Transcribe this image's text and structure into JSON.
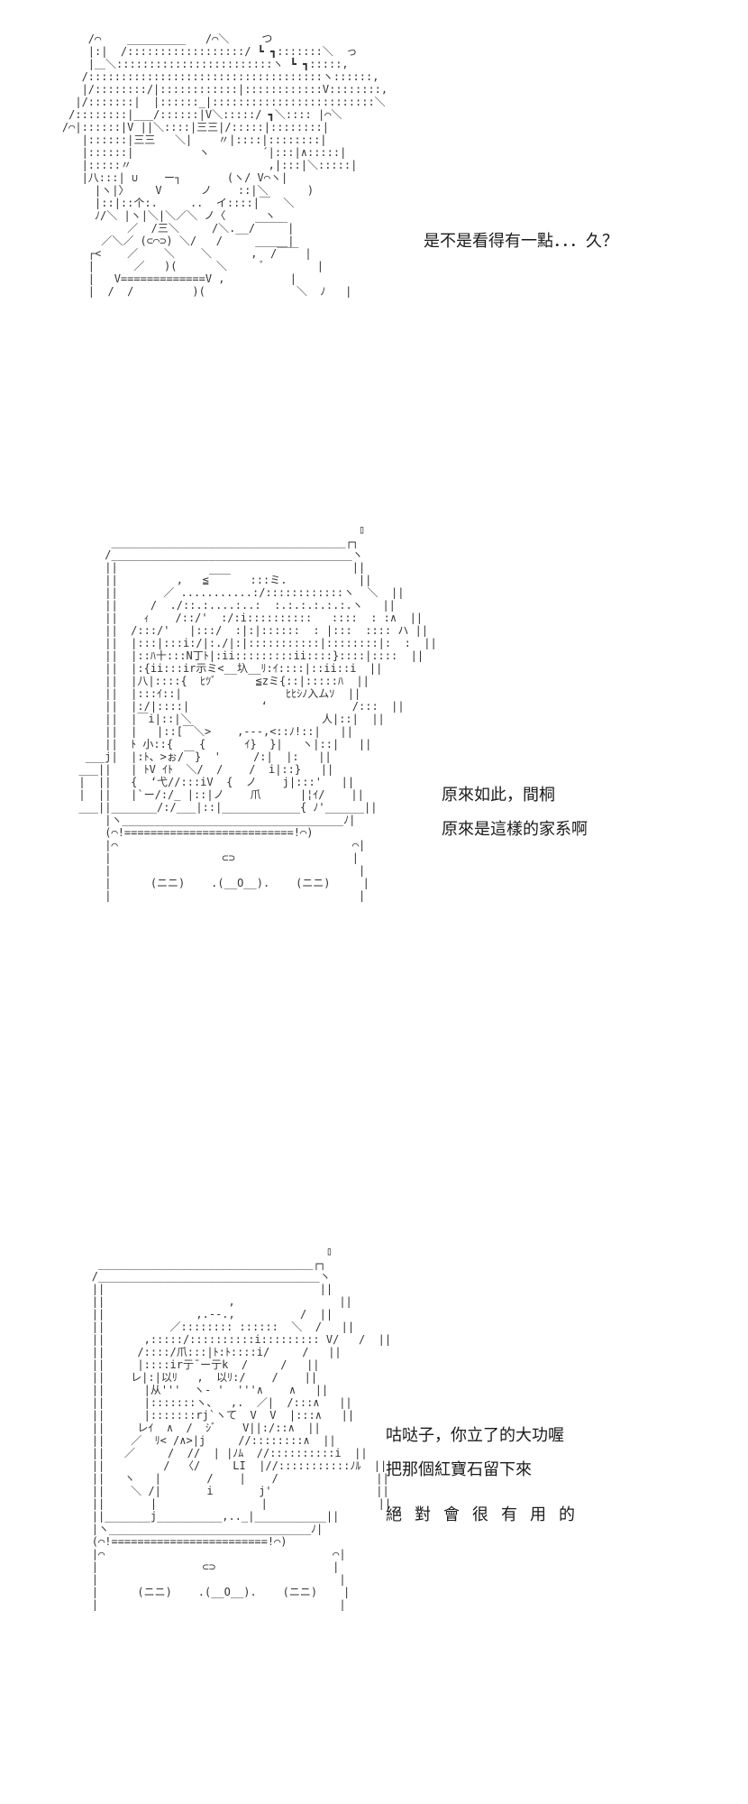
{
  "panels": [
    {
      "art": "        /⌒    _________   /⌒＼     つ\n        |:|  /::::::::::::::::::/ ┗ ┓:::::::＼  っ\n        |＿＼::::::::::::::::::::::::ヽ ┗ ┓:::::,\n       /::::::::::::::::::::::::::::::::::::ヽ::::::,\n       |/::::::::/|::::::::::::|::::::::::::V::::::::,\n      |/:::::::|  |::::::_|:::::::::::::::::::::::::＼\n     /::::::::|___/::::::|V＼:::::/ ┓＼:::: |⌒＼\n    /⌒|::::::|V ||＼::::|三三|/:::::|::::::::|\n       |::::::|三三   ＼|    〃|::::|::::::::|\n       |::::::|          ヽ        ´|:::|∧:::::|\n       |:::::〃                     ,|:::|＼:::::|\n       |八:::| ∪    ー┐       (ヽ/ V⌒ヽ|\n         |ヽ|〉    V      ノ    ::|＼      )\n         |::|::个:.     ..  イ::::|￣  ＼\n         ﾉ/＼ |ヽ|＼|＼／＼ ノ〈      ヽ\n              ／  /三＼     /＼.__/￣￣￣|\n          ／＼／ (⊂⌒⊃) ＼/   /     _____|\n        ┌<    ／    ＼    ＼      ,  /￣￣ |\n        |      ／   )(      ＼     ﾞ        |\n        |   V=============V ,          |\n        |  /  /         )(              ＼  ﾉ   |",
      "lines": [
        "是不是看得有一點．．．久？"
      ],
      "spaced": ""
    },
    {
      "art": "                                                 ▯\n           ____________________________________┌┐\n          /_____________________________________ヽ\n          ||                                    ||\n          ||         ,   ≦￣￣   :::ミ.           ||\n          ||       ／ ...........:/::::::::::::ヽ  ＼  ||\n          ||     /  ./::.:....:..:  :.:.:.:.:.:.ヽ   ||\n          ||    ｨ    /::/'  :/:i::::::::::   ::::  : :∧  ||\n          ||  /:::/'   |:::/  :|:|::::::  : |:::  :::: ハ ||\n          ||  |:::|:::i:/|:./|:|:::::::::::|::::::::|:  :  ||\n          ||  |::ﾊ十:::N丁ﾄ|:ii:::::::::ii::::}::::|::::  ||\n          ||  |:{ii:::ir示ミ<__圦__ﾘ:ｲ::::|::ii::i  ||\n          ||  |八|::::{  ﾋﾂﾞ      ≦zミ{::|:::::ﾊ  ||\n          ||  |:::ｲ::|                ﾋﾋｼﾉ入ムｿ  ||\n          ||  |:/|::::|           ‘             /:::  ||\n          ||  |￣i|::|＼                    人|::|  ||\n          ||  |   |::[￣＼>    ,---,<::ﾉ!::|   ||\n          ||  ﾄ 小::{    {      ｲ}  }|   ヽ|::|   ||\n       ___j|  |:ﾄ、>ぉ/￣}  '     /:|  |:   ||\n      ___||   | ﾄV ｲﾄ  ＼/  /    /  i|::}   ||\n      |  ||   {  ‘弋//:::iV  {  ノ    j|:::'   ||\n      |  ||   |`ー/:/_ |::|ノ    爪      |¦ｲ/    ||\n      ___||_______/:/___|::|____________{ ﾉ'______||\n          |ヽ__________________________________ﾉ|\n          (⌒!==========================!⌒)\n          |⌒                                    ⌒|\n          |                 ⊂⊃                  |\n          |                                      |\n          |      (ニニ)    .(__O__).    (ニニ)     |\n          |                                      |",
      "lines": [
        "原來如此，間桐",
        "原來是這樣的家系啊"
      ],
      "spaced": ""
    },
    {
      "art": "                                            ▯\n         _________________________________┌┐\n        /__________________________________ヽ\n        ||                                 ||\n        ||                   ,                ||\n        ||              ,.--.,          /  ||\n        ||          ／:::::::: ::::::  ＼  /   ||\n        ||      ,:::::/::::::::::i::::::::: V/   /  ||\n        ||     /::::/爪:::|ﾄ:ﾄ::::i/     /   ||\n        ||     |::::ir亍¯ー亍k  /     /   ||\n        ||    レ|:|以ﾘ   ,  以ﾘ:/    /    ||\n        ||      |从'''  ヽ- '  '''∧    ∧   ||\n        ||      |:::::::ヽ、  ,.  ／|  /:::∧   ||\n        ||      |:::::::rj`ヽて  V  V  |:::∧   ||\n        ||     レｲ  ∧  /  ｼﾞ    V||:/::∧  ||\n        ||    ／  ﾘ< /∧>|j     //::::::::∧  ||\n        ||   ／     /  //  | |ﾉﾑ  //::::::::::i  ||\n        ||         /  〈/     LI  |//:::::::::::ﾉﾙ  ||\n        ||   ヽ   |       /    |    /               ||\n        ||    ＼ /|       i       j'                ||\n        ||       |                |                 ||\n        ||_______j__________,.._|___________||\n        |ヽ_______________________________ﾉ|\n        (⌒!========================!⌒)\n        |⌒                                   ⌒|\n        |                ⊂⊃                  |\n        |                                     |\n        |      (ニニ)    .(__O__).    (ニニ)    |\n        |                                     |",
      "lines": [
        "咕哒子，你立了的大功喔",
        "把那個紅寶石留下來"
      ],
      "spaced": "絕對會很有用的"
    }
  ]
}
